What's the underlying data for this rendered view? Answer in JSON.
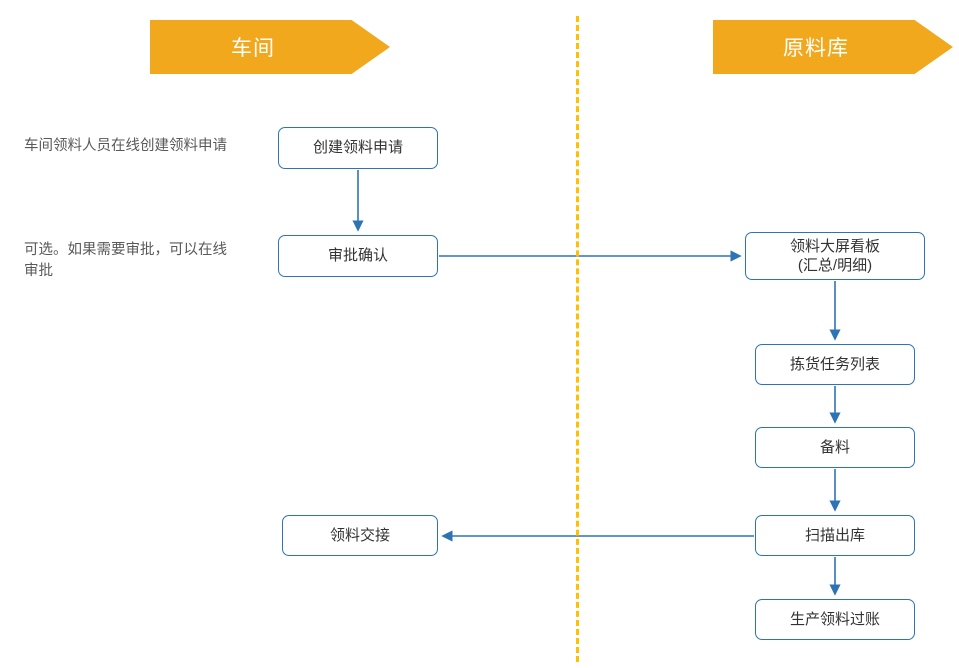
{
  "lanes": {
    "left": {
      "title": "车间"
    },
    "right": {
      "title": "原料库"
    }
  },
  "annotations": [
    {
      "text": "车间领料人员在线创建领料申请"
    },
    {
      "text": "可选。如果需要审批，可以在线审批"
    }
  ],
  "nodes": [
    {
      "id": "create-request",
      "label": "创建领料申请"
    },
    {
      "id": "approve-confirm",
      "label": "审批确认"
    },
    {
      "id": "material-handover",
      "label": "领料交接"
    },
    {
      "id": "dashboard",
      "label": "领料大屏看板",
      "sublabel": "(汇总/明细)"
    },
    {
      "id": "picking-task-list",
      "label": "拣货任务列表"
    },
    {
      "id": "prepare-material",
      "label": "备料"
    },
    {
      "id": "scan-outbound",
      "label": "扫描出库"
    },
    {
      "id": "production-posting",
      "label": "生产领料过账"
    }
  ],
  "colors": {
    "banner_orange": "#F2A81D",
    "divider_yellow": "#FFC000",
    "node_border_blue": "#2E74B5",
    "arrow_blue": "#2E74B5",
    "annotation_gray": "#595959"
  }
}
